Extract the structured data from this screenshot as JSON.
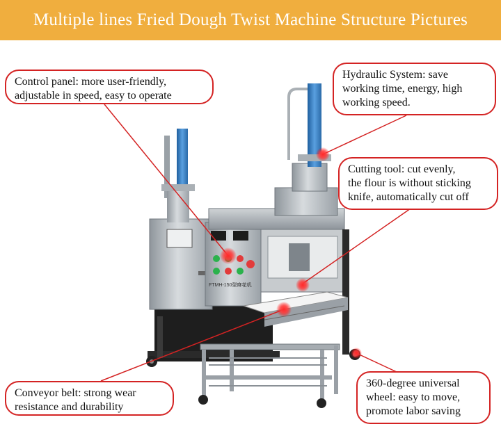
{
  "title": "Multiple lines Fried Dough Twist Machine Structure Pictures",
  "colors": {
    "banner": "#f0ae3e",
    "callout_border": "#d42323",
    "machine_steel": "#b9bec3",
    "cylinder_blue": "#3b7fc4"
  },
  "machine": {
    "plate_text": "FTMH-150型麻花机"
  },
  "callouts": {
    "control_panel": [
      "Control panel: more user-friendly,",
      "adjustable in speed, easy to operate"
    ],
    "hydraulic": [
      "Hydraulic System: save",
      "working time, energy, high",
      "working speed."
    ],
    "cutting": [
      "Cutting tool: cut evenly,",
      "the flour is without sticking",
      "knife, automatically cut off"
    ],
    "conveyor": [
      "Conveyor belt: strong wear",
      "resistance and durability"
    ],
    "wheel": [
      "360-degree universal",
      "wheel: easy to move,",
      "promote labor saving"
    ]
  }
}
